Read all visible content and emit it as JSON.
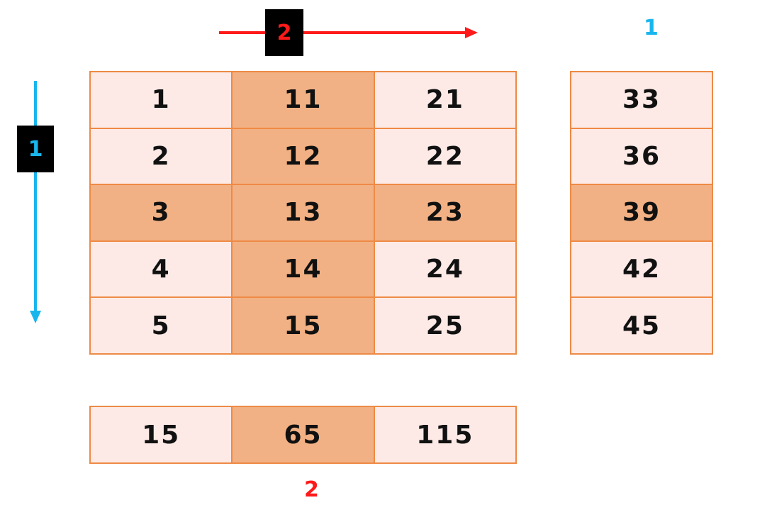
{
  "main_table": {
    "rows": [
      [
        "1",
        "11",
        "21"
      ],
      [
        "2",
        "12",
        "22"
      ],
      [
        "3",
        "13",
        "23"
      ],
      [
        "4",
        "14",
        "24"
      ],
      [
        "5",
        "15",
        "25"
      ]
    ],
    "highlight_row": 2,
    "highlight_col": 1
  },
  "side_column": {
    "values": [
      "33",
      "36",
      "39",
      "42",
      "45"
    ],
    "highlight_index": 2
  },
  "bottom_row": {
    "values": [
      "15",
      "65",
      "115"
    ],
    "highlight_index": 1
  },
  "labels": {
    "horizontal_arrow_badge": "2",
    "vertical_arrow_badge": "1",
    "side_column_label": "1",
    "bottom_row_label": "2"
  },
  "colors": {
    "cell_light": "#fdeae6",
    "cell_highlight": "#f2b184",
    "grid_border": "#ee8a45",
    "red_accent": "#ff1a1a",
    "blue_accent": "#19b6ee"
  }
}
